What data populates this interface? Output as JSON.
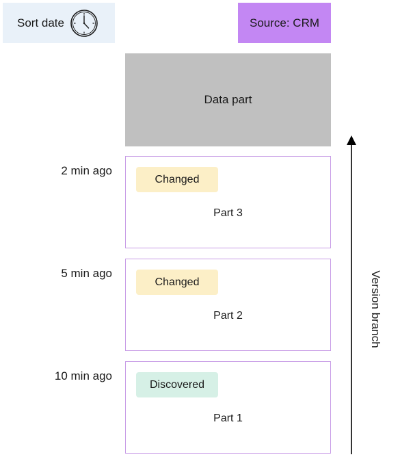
{
  "header": {
    "sort_date_label": "Sort date",
    "source_label": "Source: CRM"
  },
  "data_part": {
    "label": "Data part"
  },
  "parts": [
    {
      "time": "2 min ago",
      "status": "Changed",
      "label": "Part 3"
    },
    {
      "time": "5 min ago",
      "status": "Changed",
      "label": "Part 2"
    },
    {
      "time": "10 min ago",
      "status": "Discovered",
      "label": "Part 1"
    }
  ],
  "branch": {
    "label": "Version branch"
  },
  "colors": {
    "sort_date_bg": "#e9f1f9",
    "source_bg": "#c387f3",
    "data_part_bg": "#c0c0c0",
    "part_border": "#c79be6",
    "changed_bg": "#fcefc7",
    "discovered_bg": "#d6f0e6"
  },
  "icons": {
    "sort_date": "clock-icon",
    "branch": "arrow-up-icon"
  }
}
